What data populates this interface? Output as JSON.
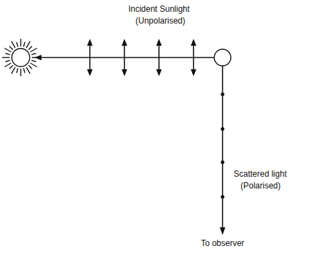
{
  "diagram": {
    "labels": [
      "Incident Sunlight",
      "(Unpolarised)",
      "Scattered light",
      "(Polarised)",
      "To observer"
    ]
  }
}
